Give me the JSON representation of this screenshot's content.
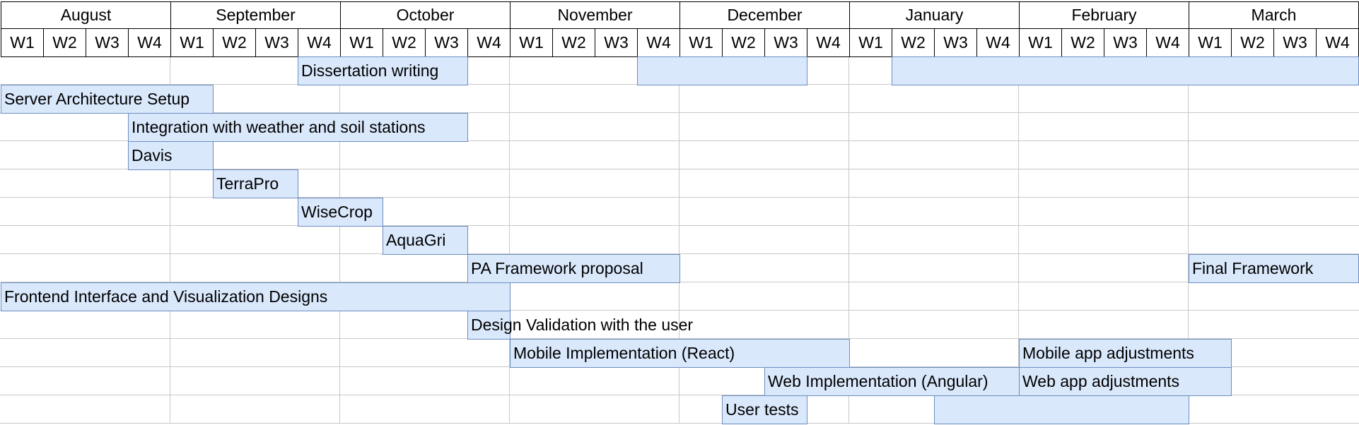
{
  "timeline": {
    "months": [
      "August",
      "September",
      "October",
      "November",
      "December",
      "January",
      "February",
      "March"
    ],
    "weeks": [
      "W1",
      "W2",
      "W3",
      "W4"
    ]
  },
  "tasks": [
    {
      "row": 0,
      "start": 7,
      "end": 11,
      "label": "Dissertation writing"
    },
    {
      "row": 0,
      "start": 15,
      "end": 19,
      "label": ""
    },
    {
      "row": 0,
      "start": 21,
      "end": 32,
      "label": ""
    },
    {
      "row": 1,
      "start": 0,
      "end": 5,
      "label": "Server Architecture Setup"
    },
    {
      "row": 2,
      "start": 3,
      "end": 11,
      "label": "Integration with weather and soil stations"
    },
    {
      "row": 3,
      "start": 3,
      "end": 5,
      "label": "Davis"
    },
    {
      "row": 4,
      "start": 5,
      "end": 7,
      "label": "TerraPro"
    },
    {
      "row": 5,
      "start": 7,
      "end": 9,
      "label": "WiseCrop"
    },
    {
      "row": 6,
      "start": 9,
      "end": 11,
      "label": "AquaGri"
    },
    {
      "row": 7,
      "start": 11,
      "end": 16,
      "label": "PA Framework proposal"
    },
    {
      "row": 7,
      "start": 28,
      "end": 32,
      "label": "Final Framework"
    },
    {
      "row": 8,
      "start": 0,
      "end": 12,
      "label": "Frontend Interface and Visualization Designs"
    },
    {
      "row": 9,
      "start": 11,
      "end": 12,
      "label": "Design Validation with the user"
    },
    {
      "row": 10,
      "start": 12,
      "end": 20,
      "label": "Mobile Implementation (React)"
    },
    {
      "row": 10,
      "start": 24,
      "end": 29,
      "label": "Mobile app adjustments"
    },
    {
      "row": 11,
      "start": 18,
      "end": 24,
      "label": "Web Implementation (Angular)"
    },
    {
      "row": 11,
      "start": 24,
      "end": 29,
      "label": "Web app adjustments"
    },
    {
      "row": 12,
      "start": 17,
      "end": 19,
      "label": "User tests"
    },
    {
      "row": 12,
      "start": 22,
      "end": 28,
      "label": ""
    }
  ],
  "colors": {
    "bar_fill": "#dae8fc",
    "bar_border": "#6c8ebf",
    "header_border": "#000000",
    "grid": "#c8c8c8"
  }
}
